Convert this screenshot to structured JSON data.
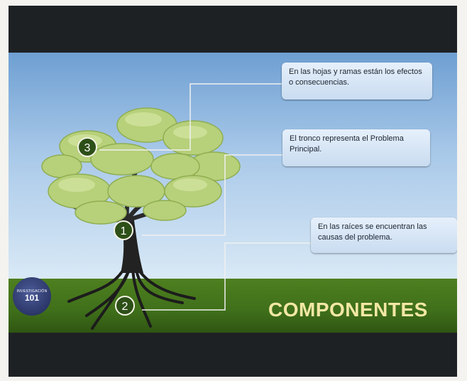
{
  "slide": {
    "title": "COMPONENTES",
    "callouts": {
      "effects": "En las hojas y ramas están los efectos o consecuencias.",
      "trunk": "El tronco representa el Problema Principal.",
      "roots": "En las raíces se encuentran las causas del problema."
    },
    "markers": {
      "one": "1",
      "two": "2",
      "three": "3"
    },
    "logo": {
      "top_text": "INVESTIGACIÓN",
      "number": "101"
    }
  },
  "colors": {
    "sky_top": "#6e9fd2",
    "grass": "#3f6f1a",
    "badge": "#2d4f18",
    "title": "#f3e7a4",
    "background": "#1e2124"
  },
  "icons": {
    "logo": "circular-emblem-icon",
    "tree": "tree-illustration-icon"
  }
}
